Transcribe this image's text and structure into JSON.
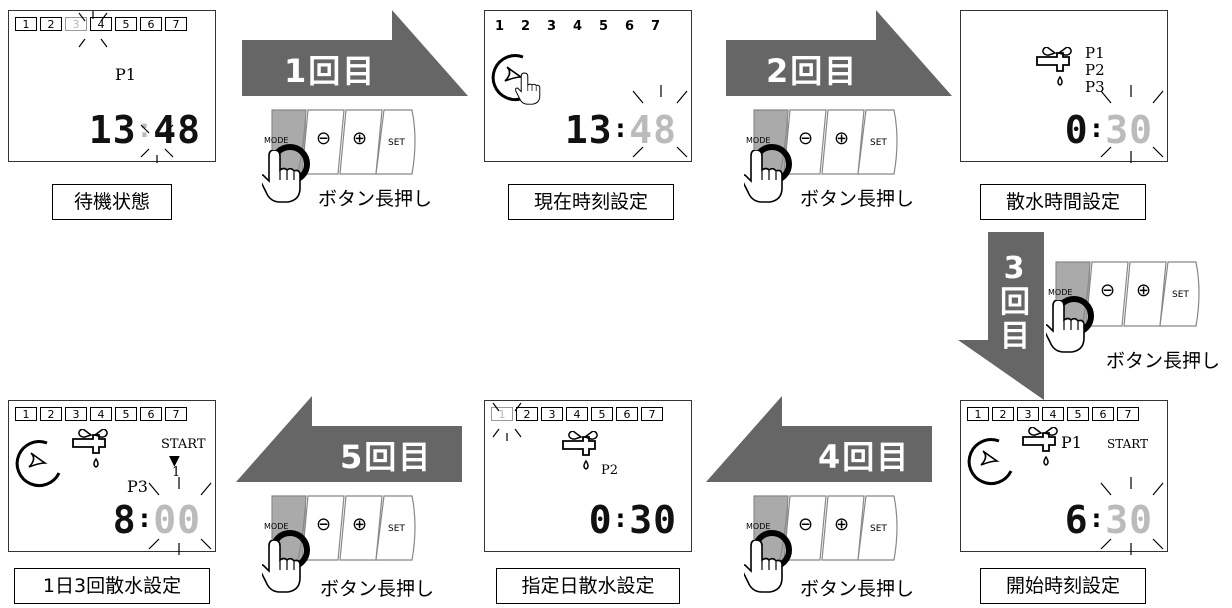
{
  "days": [
    "1",
    "2",
    "3",
    "4",
    "5",
    "6",
    "7"
  ],
  "button_labels": {
    "mode": "MODE",
    "minus": "⊖",
    "plus": "⊕",
    "set": "SET"
  },
  "press_label": "ボタン長押し",
  "steps": {
    "s1": "1回目",
    "s2": "2回目",
    "s3_lines": [
      "3",
      "回",
      "目"
    ],
    "s4": "4回目",
    "s5": "5回目"
  },
  "panels": {
    "standby": {
      "caption": "待機状態",
      "program": "P1",
      "time_h": "13",
      "time_m": "48"
    },
    "clock": {
      "caption": "現在時刻設定",
      "time_h": "13",
      "time_m": "48"
    },
    "watering_time": {
      "caption": "散水時間設定",
      "programs": [
        "P1",
        "P2",
        "P3"
      ],
      "time_h": "0",
      "time_m": "30"
    },
    "start_time": {
      "caption": "開始時刻設定",
      "program": "P1",
      "start": "START",
      "time_h": "6",
      "time_m": "30"
    },
    "day_setting": {
      "caption": "指定日散水設定",
      "program": "P2",
      "time_h": "0",
      "time_m": "30"
    },
    "three_times": {
      "caption": "1日3回散水設定",
      "program": "P3",
      "start": "START",
      "marker": "1",
      "time_h": "8",
      "time_m": "00"
    }
  }
}
